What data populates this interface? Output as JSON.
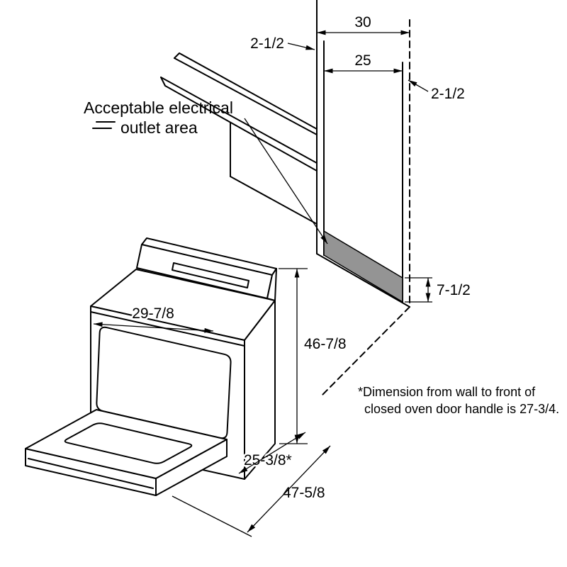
{
  "diagram": {
    "labels": {
      "outlet_area_line1": "Acceptable electrical",
      "outlet_area_line2": "outlet area"
    },
    "dimensions": {
      "opening_width": "30",
      "cutout_width": "25",
      "side_clearance_left": "2-1/2",
      "side_clearance_right": "2-1/2",
      "outlet_height": "7-1/2",
      "range_width": "29-7/8",
      "range_height": "46-7/8",
      "range_depth": "25-3/8*",
      "depth_door_open": "47-5/8"
    },
    "footnote": {
      "line1": "*Dimension from wall to front of",
      "line2": "closed oven door handle is 27-3/4."
    },
    "colors": {
      "outlet_area_fill": "#949494",
      "line_color": "#000000"
    }
  }
}
